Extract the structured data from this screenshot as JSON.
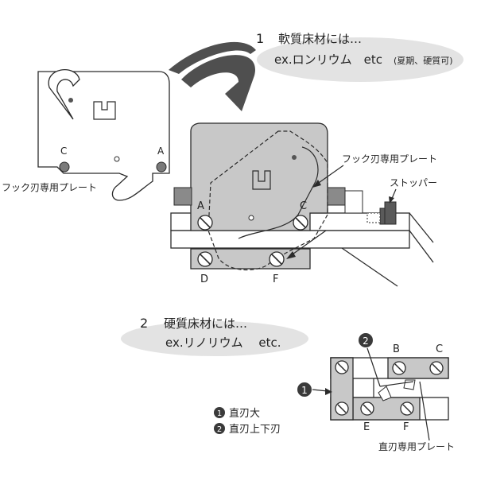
{
  "section1": {
    "number": "1",
    "title": "軟質床材には…",
    "example_main": "ex.ロンリウム　etc",
    "example_note": "(夏期、硬質可)"
  },
  "section2": {
    "number": "2",
    "title": "硬質床材には…",
    "example": "ex.リノリウム　 etc."
  },
  "labels": {
    "hook_plate_left": "フック刃専用プレート",
    "hook_plate_right": "フック刃専用プレート",
    "stopper": "ストッパー",
    "straight_plate": "直刃専用プレート",
    "A": "A",
    "C": "C",
    "D": "D",
    "F": "F",
    "B": "B",
    "E": "E",
    "small_A": "A",
    "small_C": "C",
    "b2_C": "C",
    "b2_F": "F"
  },
  "legend": [
    {
      "marker": "1",
      "text": "直刃大"
    },
    {
      "marker": "2",
      "text": "直刃上下刃"
    }
  ],
  "colors": {
    "plate": "#c8c8c8",
    "plate_dark": "#a8a8a8",
    "bubble": "#e3e3e3",
    "arrow": "#4f4f4f",
    "stroke": "#2b2b2b"
  }
}
